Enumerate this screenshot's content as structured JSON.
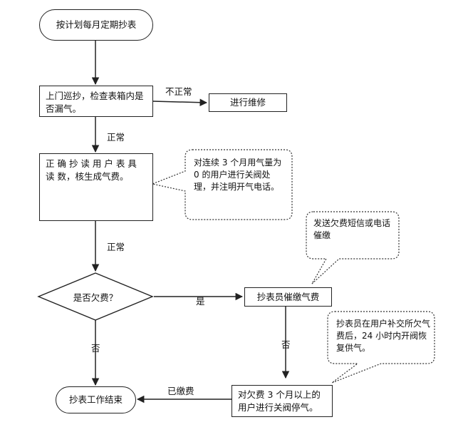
{
  "nodes": {
    "start": "按计划每月定期抄表",
    "inspect": "上门巡抄，检查表箱内是否漏气。",
    "repair": "进行维修",
    "read": "正 确 抄 读 用 户 表 具 读 数，核生成气费。",
    "decision": "是否欠费？",
    "remind": "抄表员催缴气费",
    "shutoff": "对欠费 3 个月以上的用户进行关阀停气。",
    "end": "抄表工作结束"
  },
  "callouts": {
    "zero_usage": "对连续 3 个月用气量为 0 的用户进行关阀处理，并注明开气电话。",
    "sms": "发送欠费短信或电话催缴",
    "restore": "抄表员在用户补交所欠气费后，24 小时内开阀恢复供气。"
  },
  "edges": {
    "abnormal": "不正常",
    "normal_1": "正常",
    "normal_2": "正常",
    "yes": "是",
    "no_1": "否",
    "no_2": "否",
    "paid": "已缴费"
  }
}
